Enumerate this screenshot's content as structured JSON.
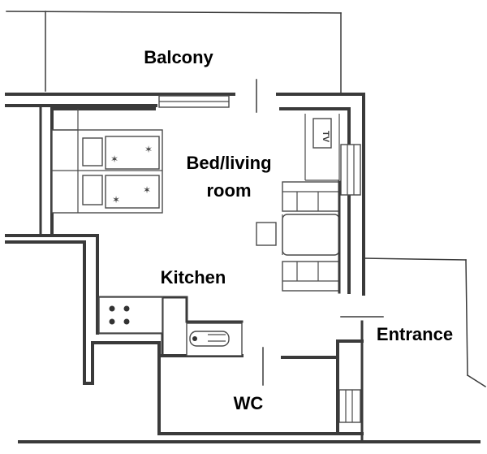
{
  "rooms": {
    "balcony": "Balcony",
    "bed_living_line1": "Bed/living",
    "bed_living_line2": "room",
    "kitchen": "Kitchen",
    "entrance": "Entrance",
    "wc": "WC"
  },
  "furniture": {
    "tv_label": "TV"
  }
}
